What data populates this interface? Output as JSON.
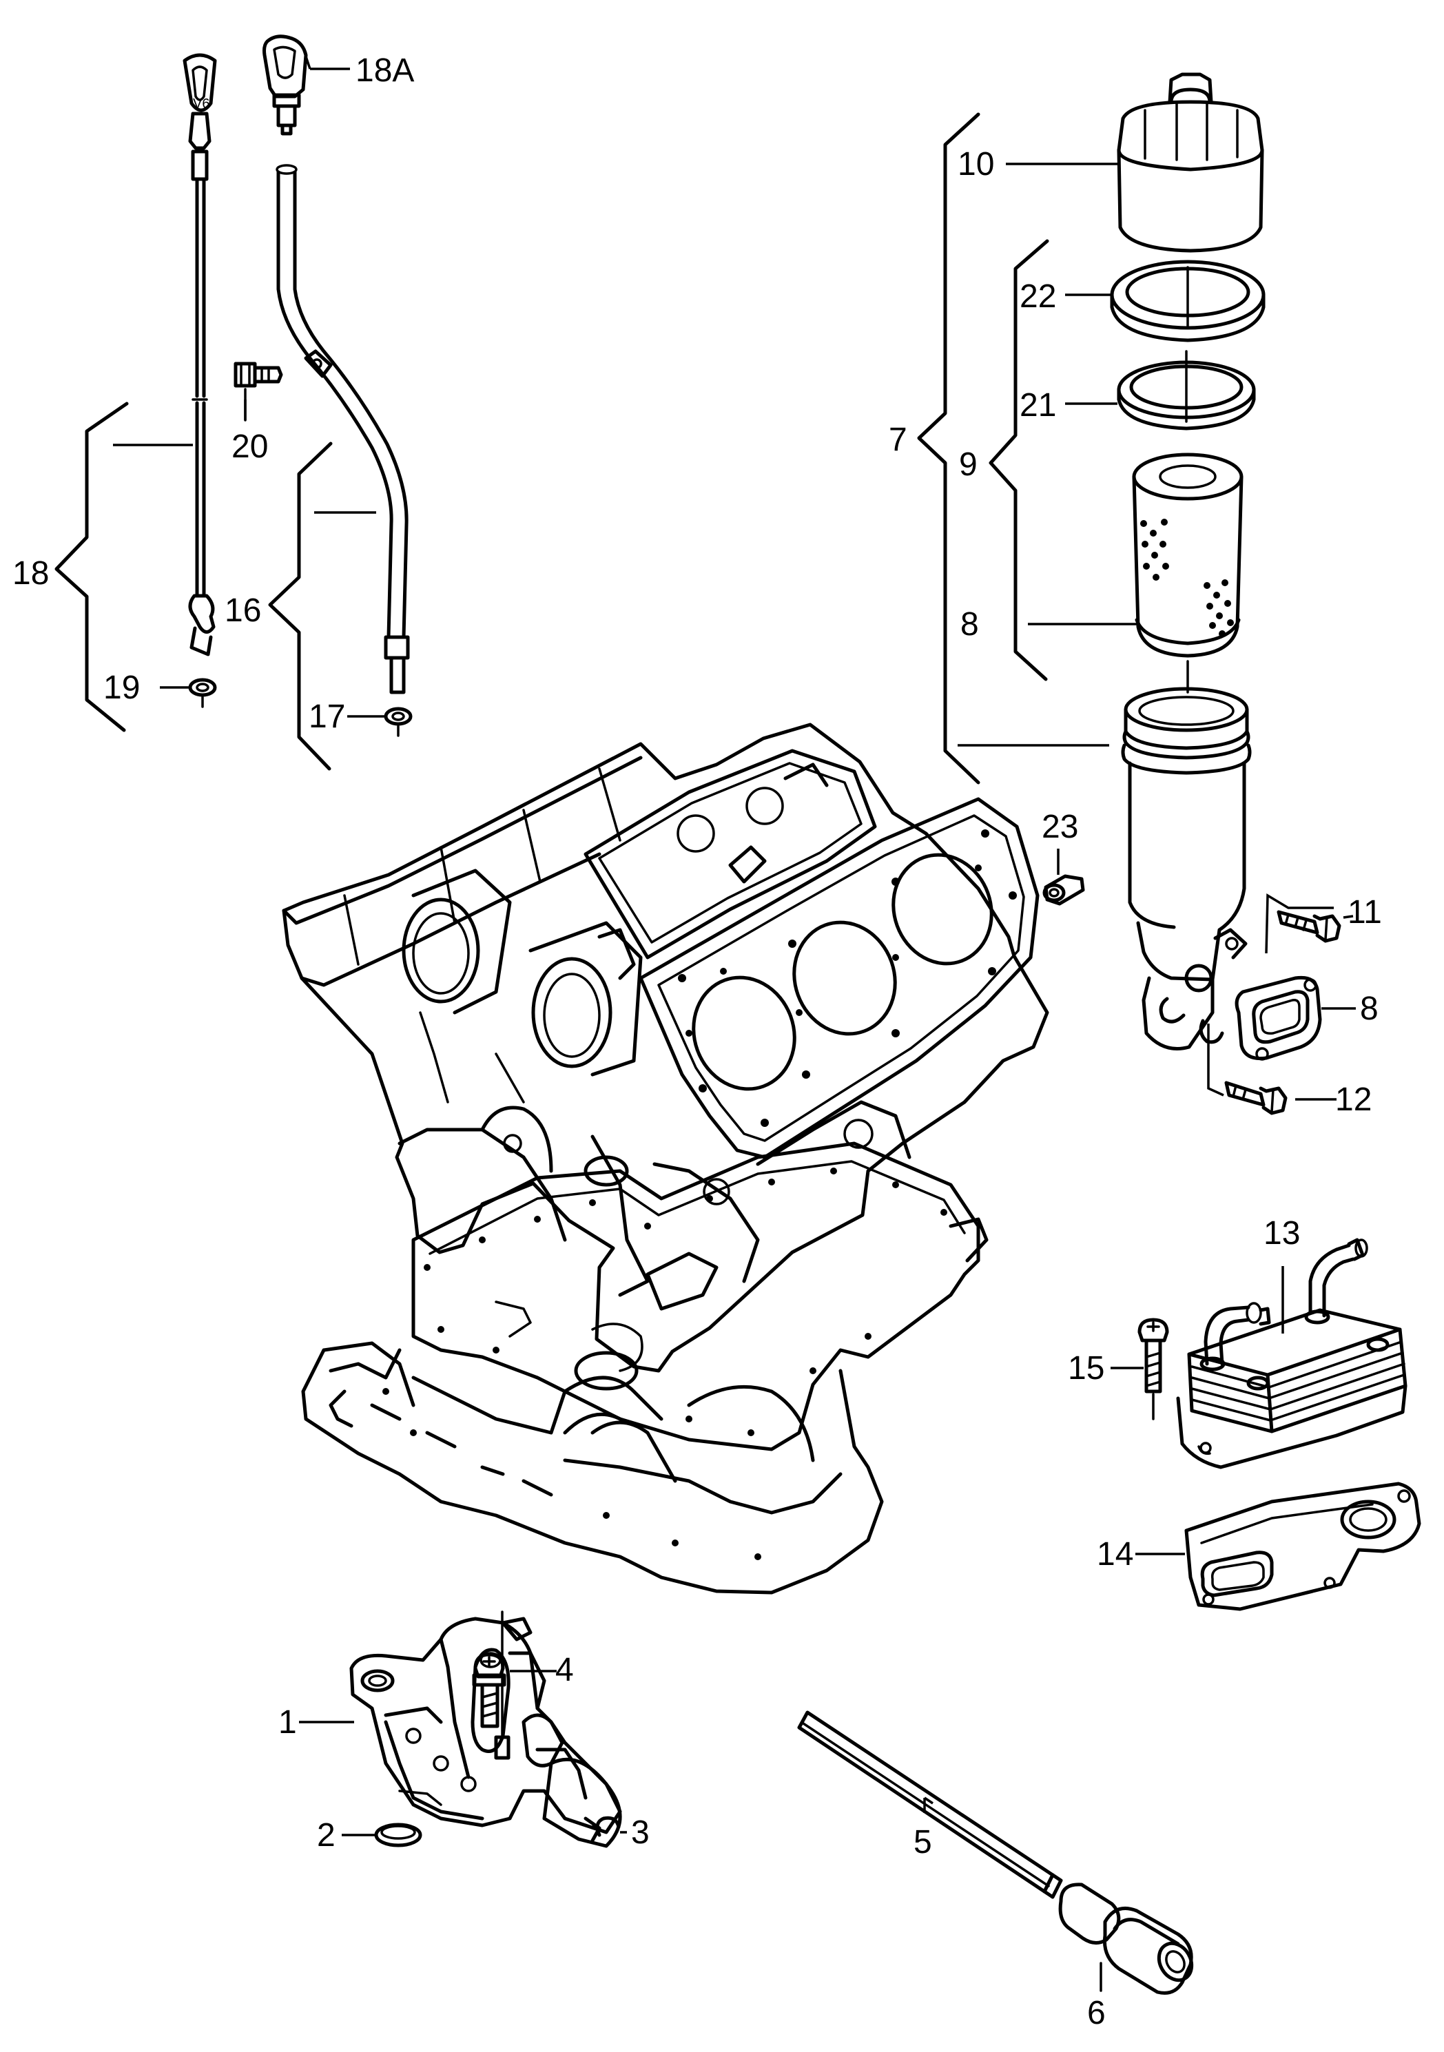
{
  "callouts": {
    "c1": "1",
    "c2": "2",
    "c3": "3",
    "c4": "4",
    "c5": "5",
    "c6": "6",
    "c7": "7",
    "c8a": "8",
    "c8b": "8",
    "c9": "9",
    "c10": "10",
    "c11": "11",
    "c12": "12",
    "c13": "13",
    "c14": "14",
    "c15": "15",
    "c16": "16",
    "c17": "17",
    "c18": "18",
    "c18a": "18A",
    "c19": "19",
    "c20": "20",
    "c21": "21",
    "c22": "22",
    "c23": "23"
  },
  "dipstick_markings": {
    "v6": "V6"
  }
}
